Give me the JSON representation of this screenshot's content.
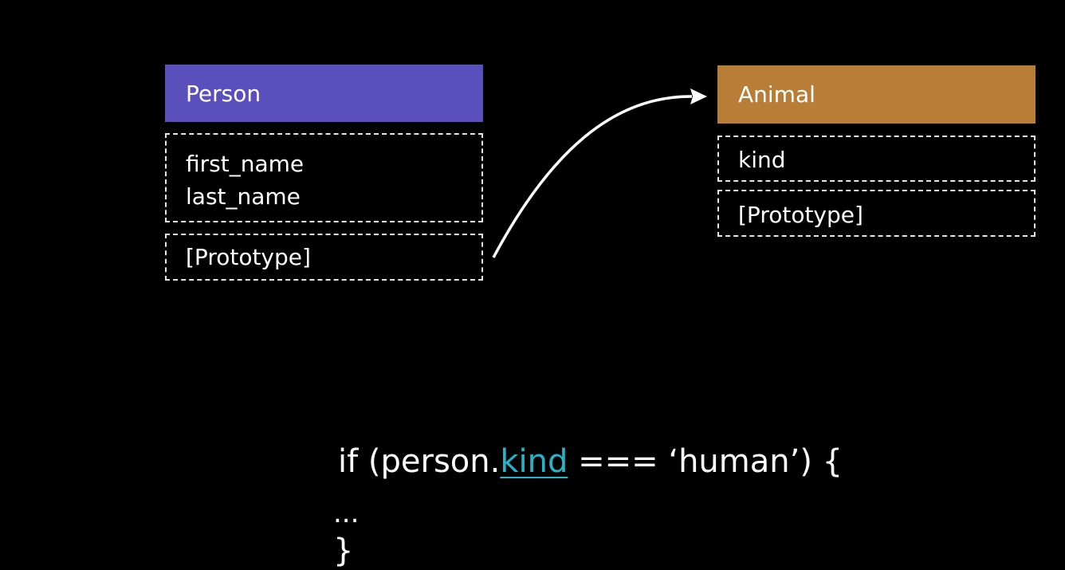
{
  "colors": {
    "background": "#000000",
    "person_header": "#5b4fbe",
    "animal_header": "#b87d37",
    "highlight": "#27b4c8",
    "text": "#ffffff"
  },
  "person": {
    "title": "Person",
    "fields": [
      "first_name",
      "last_name"
    ],
    "prototype": "[Prototype]"
  },
  "animal": {
    "title": "Animal",
    "fields": [
      "kind"
    ],
    "prototype": "[Prototype]"
  },
  "code": {
    "line1_before": "if (person.",
    "line1_highlight": "kind",
    "line1_after": " === ‘human’) {",
    "line2": "...",
    "line3": "}"
  }
}
